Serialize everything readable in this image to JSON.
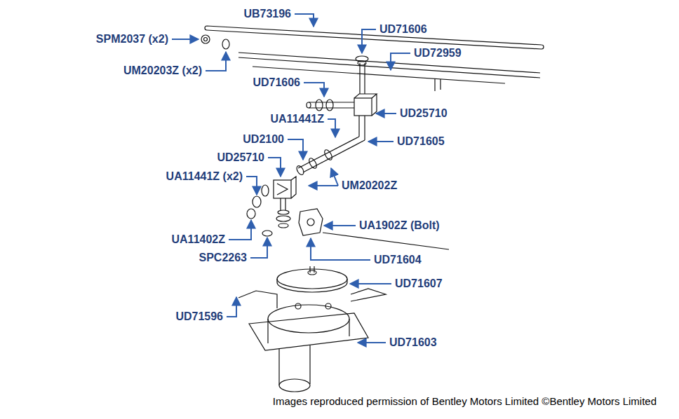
{
  "diagram": {
    "caption": "Images reproduced permission of Bentley Motors Limited ©Bentley Motors Limited",
    "labels": [
      "UB73196",
      "SPM2037 (x2)",
      "UD71606",
      "UD72959",
      "UM20203Z (x2)",
      "UD71606",
      "UD25710",
      "UA11441Z",
      "UD2100",
      "UD71605",
      "UD25710",
      "UM20202Z",
      "UA11441Z (x2)",
      "UA1902Z (Bolt)",
      "UA11402Z",
      "SPC2263",
      "UD71604",
      "UD71607",
      "UD71596",
      "UD71603"
    ]
  }
}
